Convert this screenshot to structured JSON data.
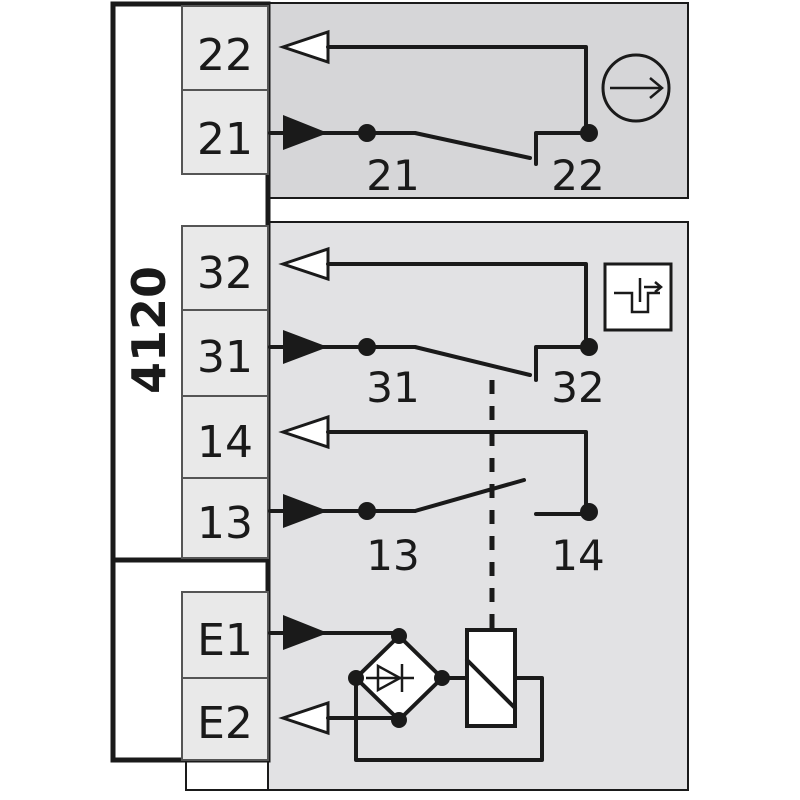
{
  "diagram": {
    "model": "4120",
    "terminals": [
      "22",
      "21",
      "32",
      "31",
      "14",
      "13",
      "E1",
      "E2"
    ],
    "contact_labels": {
      "c1_left": "21",
      "c1_right": "22",
      "c2_left": "31",
      "c2_right": "32",
      "c3_left": "13",
      "c3_right": "14"
    },
    "icons": [
      "positive-opening-arrow-icon",
      "switch-actuator-icon",
      "bridge-rectifier-icon",
      "relay-coil-icon"
    ],
    "colors": {
      "upper_panel": "#d6d6d8",
      "lower_panel": "#e2e2e4",
      "terminal_fill": "#e9e9e9",
      "line": "#1a1a1a"
    }
  }
}
